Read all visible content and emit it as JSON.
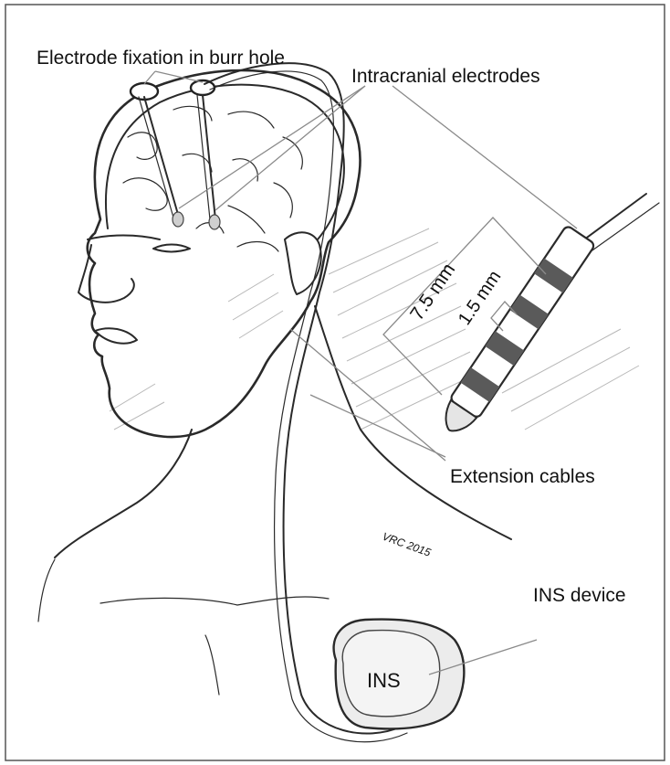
{
  "labels": {
    "electrode_fixation": "Electrode fixation in burr hole",
    "intracranial_electrodes": "Intracranial electrodes",
    "spacing_long": "7.5 mm",
    "spacing_short": "1.5 mm",
    "extension_cables": "Extension cables",
    "ins_device": "INS device",
    "ins_text": "INS",
    "signature": "VRC 2015"
  },
  "colors": {
    "frame": "#555555",
    "ink": "#2a2a2a",
    "leader": "#8a8a8a",
    "device_fill": "#e9e9e9"
  }
}
